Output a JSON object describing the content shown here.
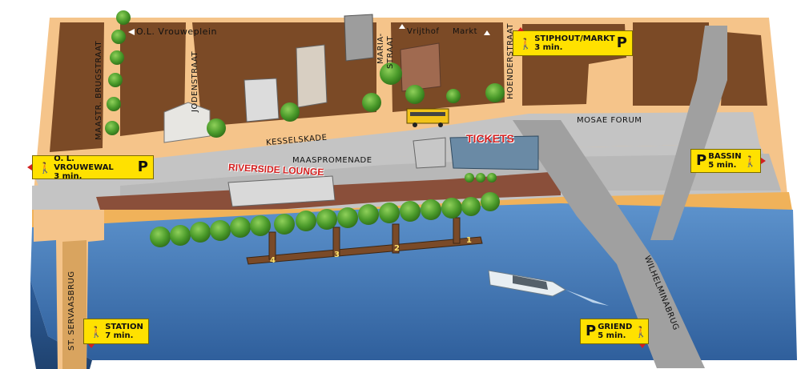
{
  "streets": {
    "ol_vrouweplein": "O.L. Vrouweplein",
    "vrijthof": "Vrijthof",
    "markt": "Markt",
    "maastr_brugstraat": "MAASTR. BRUGSTRAAT",
    "jodenstraat": "JODENSTRAAT",
    "mariastraat_1": "MARIA-",
    "mariastraat_2": "STRAAT",
    "hoenderstraat": "HOENDERSTRAAT",
    "kesselskade": "KESSELSKADE",
    "maaspromenade": "MAASPROMENADE",
    "mosae_forum": "MOSAE FORUM",
    "st_servaasbrug": "ST. SERVAASBRUG",
    "wilhelminabrug": "WILHELMINABRUG"
  },
  "highlights": {
    "tickets": "TICKETS",
    "riverside_lounge": "RIVERSIDE LOUNGE"
  },
  "jetties": [
    "4",
    "3",
    "2",
    "1"
  ],
  "signs": {
    "stiphout": {
      "line1": "STIPHOUT/MARKT",
      "line2": "3 min.",
      "icon": "pedestrian-icon",
      "parking": "P"
    },
    "ol_vrouwewal": {
      "line1": "O. L. VROUWEWAL",
      "line2": "3 min.",
      "icon": "pedestrian-icon",
      "parking": "P"
    },
    "bassin": {
      "line1": "BASSIN",
      "line2": "5 min.",
      "icon": "pedestrian-icon",
      "parking": "P"
    },
    "station": {
      "line1": "STATION",
      "line2": "7 min.",
      "icon": "pedestrian-icon"
    },
    "griend": {
      "line1": "GRIEND",
      "line2": "5 min.",
      "icon": "pedestrian-icon",
      "parking": "P"
    }
  },
  "colors": {
    "blocks": "#7b4a26",
    "roads": "#c4c4c4",
    "sidewalk": "#f5c48a",
    "water": "#3f78b8",
    "sign_yellow": "#ffe100",
    "highlight_red": "#d32020"
  }
}
